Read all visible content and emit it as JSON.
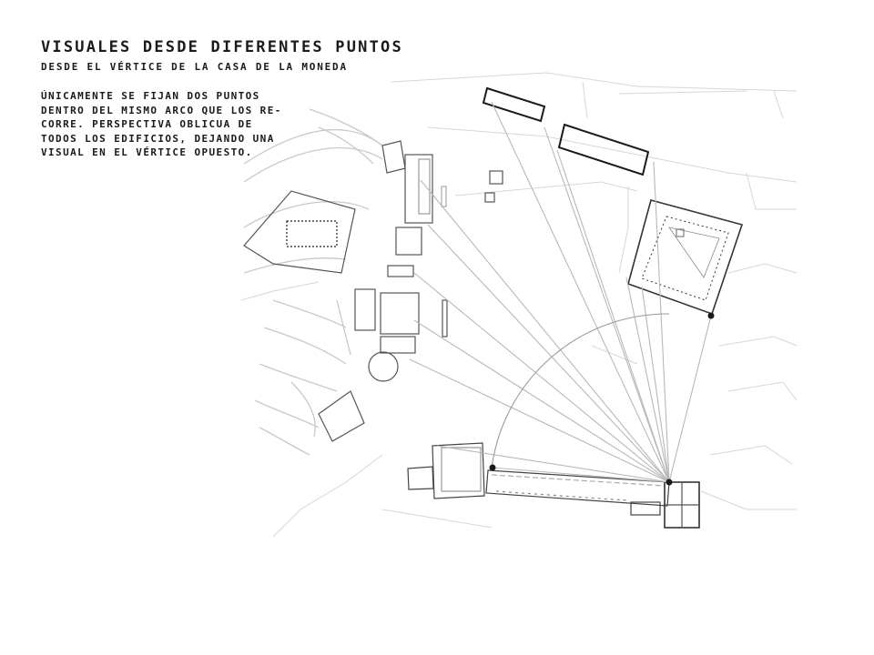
{
  "header": {
    "title": "VISUALES DESDE DIFERENTES PUNTOS",
    "subtitle": "DESDE EL VÉRTICE DE LA CASA DE LA MONEDA"
  },
  "description": {
    "lines": [
      "ÚNICAMENTE SE FIJAN DOS PUNTOS",
      "DENTRO DEL MISMO ARCO QUE LOS RE-",
      "CORRE. PERSPECTIVA OBLICUA DE",
      "TODOS LOS EDIFICIOS, DEJANDO UNA",
      "VISUAL EN EL VÉRTICE OPUESTO."
    ]
  },
  "colors": {
    "ink": "#1a1a1a",
    "sightline": "#b8b8b8",
    "faint": "#d6d6d6",
    "building": "#555555"
  }
}
